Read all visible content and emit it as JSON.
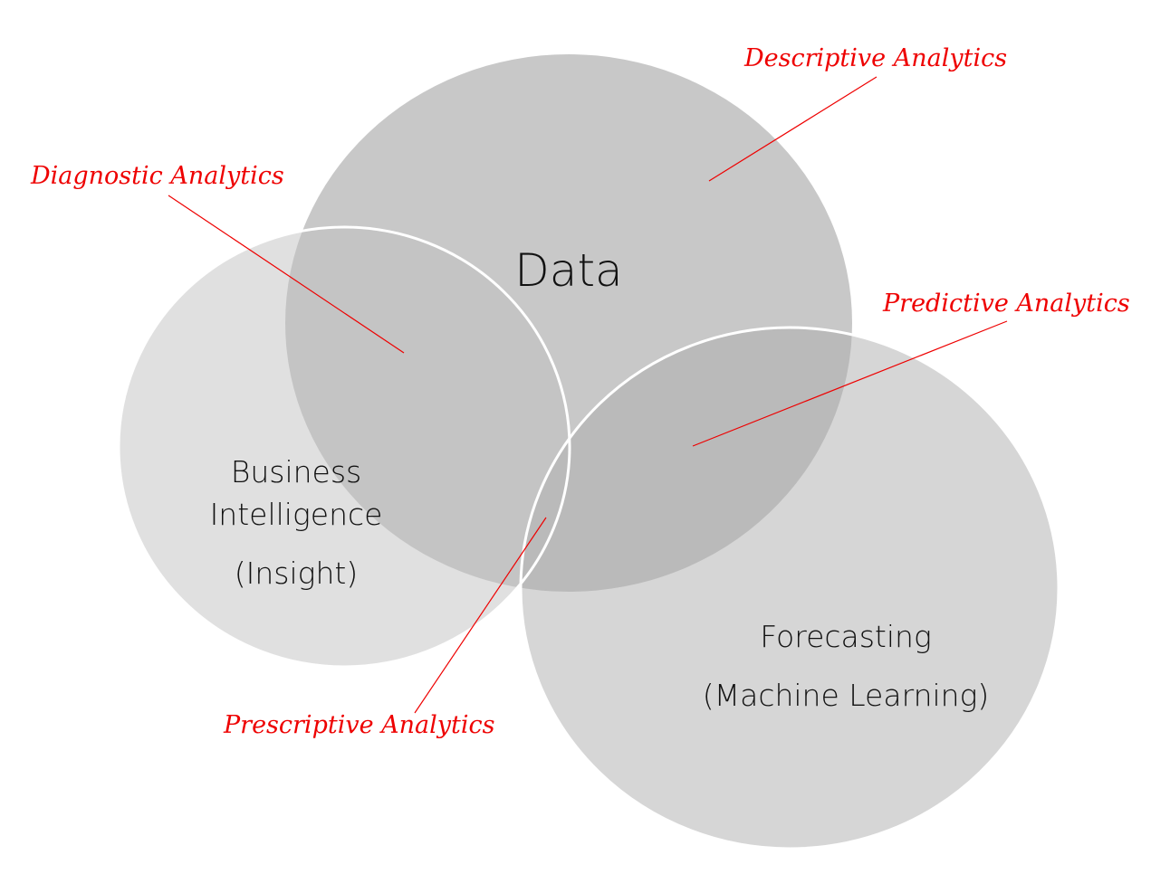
{
  "circles": {
    "data": {
      "label": "Data",
      "color": "#c8c8c8"
    },
    "business_intelligence": {
      "line1": "Business",
      "line2": "Intelligence",
      "line3": "(Insight)",
      "color": "#e0e0e0"
    },
    "forecasting": {
      "line1": "Forecasting",
      "line2": "(Machine Learning)",
      "color": "#d6d6d6"
    }
  },
  "overlaps": {
    "data_bi_color": "#c4c4c4",
    "data_forecasting_color": "#bababa"
  },
  "annotations": {
    "descriptive": "Descriptive Analytics",
    "diagnostic": "Diagnostic Analytics",
    "predictive": "Predictive Analytics",
    "prescriptive": "Prescriptive Analytics",
    "color": "#ee0000"
  }
}
